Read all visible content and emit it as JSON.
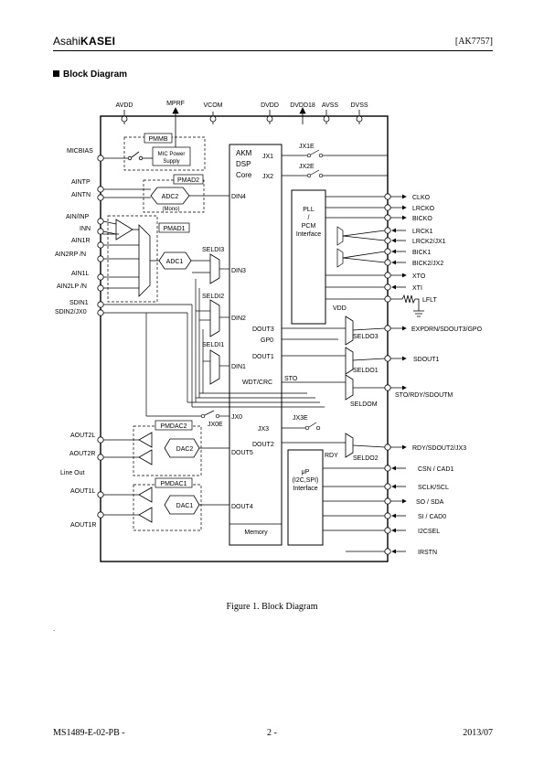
{
  "header": {
    "logo_prefix": "Asahi",
    "logo_bold": "KASEI",
    "part_number": "[AK7757]"
  },
  "section": {
    "title": "Block Diagram"
  },
  "diagram": {
    "top_pins": [
      "AVDD",
      "MPRF",
      "VCOM",
      "DVDD",
      "DVDD18",
      "AVSS",
      "DVSS"
    ],
    "left_pins": [
      "MICBIAS",
      "AINTP",
      "AINTN",
      "AIN/INP",
      "INN",
      "AIN1R",
      "AIN2RP /N",
      "AIN1L",
      "AIN2LP /N",
      "SDIN1",
      "SDIN2/JX0",
      "AOUT2L",
      "AOUT2R",
      "AOUT1L",
      "AOUT1R"
    ],
    "line_out": "Line Out",
    "right_pins": [
      "CLKO",
      "LRCKO",
      "BICKO",
      "LRCK1",
      "LRCK2/JX1",
      "BICK1",
      "BICK2/JX2",
      "XTO",
      "XTI",
      "LFLT",
      "EXPDRN/SDOUT3/GPO",
      "SDOUT1",
      "STO/RDY/SDOUTM",
      "RDY/SDOUT2/JX3",
      "CSN / CAD1",
      "SCLK/SCL",
      "SO / SDA",
      "SI / CAD0",
      "I2CSEL",
      "IRSTN"
    ],
    "blocks": {
      "pmmb": "PMMB",
      "mic_power_1": "MIC Power",
      "mic_power_2": "Supply",
      "pmad2": "PMAD2",
      "adc2": "ADC2",
      "mono": "(Mono)",
      "pmad1": "PMAD1",
      "adc1": "ADC1",
      "dsp_1": "AKM",
      "dsp_2": "DSP",
      "dsp_3": "Core",
      "pll_1": "PLL",
      "pll_2": "/",
      "pll_3": "PCM",
      "pll_4": "Interface",
      "up_1": "μP",
      "up_2": "(I2C,SPI)",
      "up_3": "Interface",
      "memory": "Memory",
      "pmdac2": "PMDAC2",
      "dac2": "DAC2",
      "pmdac1": "PMDAC1",
      "dac1": "DAC1"
    },
    "signals": {
      "jx1": "JX1",
      "jx2": "JX2",
      "jx1e": "JX1E",
      "jx2e": "JX2E",
      "din4": "DIN4",
      "din3": "DIN3",
      "din2": "DIN2",
      "din1": "DIN1",
      "seldi3": "SELDI3",
      "seldi2": "SELDI2",
      "seldi1": "SELDI1",
      "dout3": "DOUT3",
      "gp0": "GP0",
      "dout1": "DOUT1",
      "wdt": "WDT/CRC",
      "sto": "STO",
      "jx0": "JX0",
      "jx0e": "JX0E",
      "jx3": "JX3",
      "jx3e": "JX3E",
      "dout2": "DOUT2",
      "dout5": "DOUT5",
      "dout4": "DOUT4",
      "rdy": "RDY",
      "vdd": "VDD",
      "seldo3": "SELDO3",
      "seldo1": "SELDO1",
      "seldom": "SELDOM",
      "seldo2": "SELDO2"
    }
  },
  "caption": "Figure 1. Block Diagram",
  "dot": ".",
  "footer": {
    "doc": "MS1489-E-02-PB -",
    "page": "2  -",
    "date": "2013/07"
  }
}
